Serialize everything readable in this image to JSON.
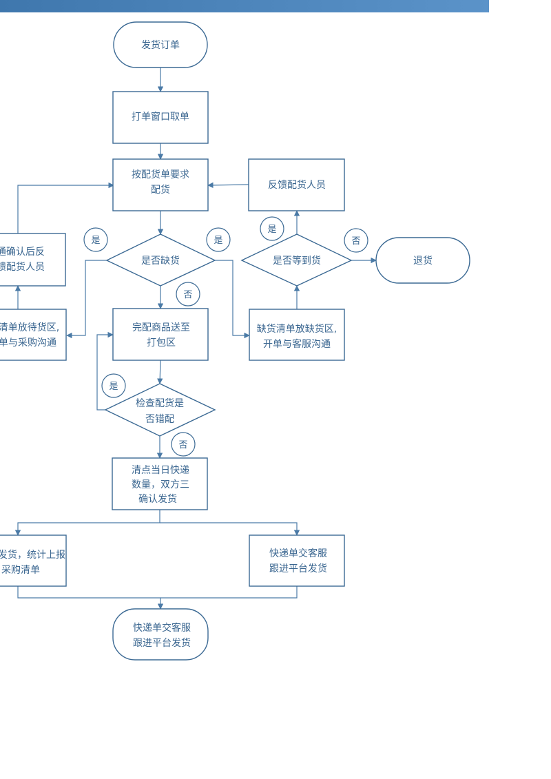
{
  "theme": {
    "line": "#3c6a94",
    "text": "#3a6690",
    "bar": "#4a86c0"
  },
  "nodes": {
    "start": {
      "lines": [
        "发货订单"
      ]
    },
    "print_window": {
      "lines": [
        "打单窗口取单"
      ]
    },
    "pick_per_order": {
      "lines": [
        "按配货单要求",
        "配货"
      ]
    },
    "feedback_picker": {
      "lines": [
        "反馈配货人员"
      ]
    },
    "confirm_feedback": {
      "lines": [
        "通确认后反",
        "馈配货人员"
      ]
    },
    "out_of_stock_q": {
      "lines": [
        "是否缺货"
      ]
    },
    "wait_arrival_q": {
      "lines": [
        "是否等到货"
      ]
    },
    "return_goods": {
      "lines": [
        "退货"
      ]
    },
    "pending_area": {
      "lines": [
        "清单放待货区,",
        "单与采购沟通"
      ]
    },
    "to_pack_area": {
      "lines": [
        "完配商品送至",
        "打包区"
      ]
    },
    "shortage_area": {
      "lines": [
        "缺货清单放缺货区,",
        "开单与客服沟通"
      ]
    },
    "check_mismatch_q": {
      "lines": [
        "检查配货是",
        "否错配"
      ]
    },
    "count_express": {
      "lines": [
        "清点当日快递",
        "数量，双方三",
        "确认发货"
      ]
    },
    "ship_report": {
      "lines": [
        "发货，统计上报",
        "采购清单"
      ]
    },
    "express_cs_right": {
      "lines": [
        "快递单交客服",
        "跟进平台发货"
      ]
    },
    "end": {
      "lines": [
        "快递单交客服",
        "跟进平台发货"
      ]
    }
  },
  "branch_labels": {
    "yes_left": "是",
    "yes_right": "是",
    "no_down": "否",
    "yes_wait": "是",
    "no_wait": "否",
    "yes_mismatch": "是",
    "no_mismatch": "否"
  }
}
